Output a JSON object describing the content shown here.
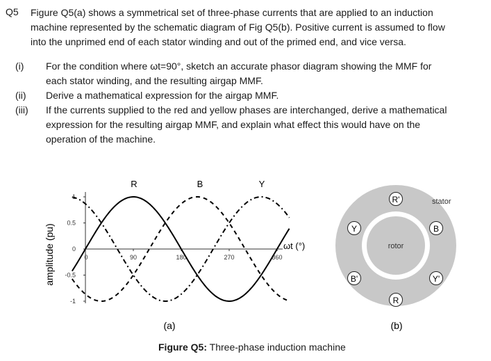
{
  "question": {
    "number": "Q5",
    "intro_lines": [
      "Figure Q5(a) shows a symmetrical set of three-phase currents that are applied to an induction",
      "machine represented by the schematic diagram of Fig Q5(b). Positive current is assumed to flow",
      "into the unprimed end of each stator winding and out of the primed end, and vice versa."
    ],
    "parts": [
      {
        "label": "(i)",
        "lines": [
          "For the condition where ωt=90°, sketch an accurate phasor diagram showing the MMF for",
          "each stator winding, and the resulting airgap MMF."
        ]
      },
      {
        "label": "(ii)",
        "lines": [
          "Derive a mathematical expression for the airgap MMF."
        ]
      },
      {
        "label": "(iii)",
        "lines": [
          "If the currents supplied to the red and yellow phases are interchanged, derive a mathematical",
          "expression for the resulting airgap MMF, and explain what effect this would have on the",
          "operation of the machine."
        ]
      }
    ]
  },
  "figure_a": {
    "label": "(a)",
    "ylabel": "amplitude (pu)",
    "xlabel": "ωt (°)",
    "phase_labels": [
      "R",
      "B",
      "Y"
    ],
    "y_ticks": [
      "1",
      "0.5",
      "0",
      "-0.5",
      "-1"
    ],
    "x_ticks": [
      "0",
      "90",
      "180",
      "270",
      "360"
    ]
  },
  "chart_data": {
    "type": "line",
    "xlabel": "ωt (°)",
    "ylabel": "amplitude (pu)",
    "xlim": [
      0,
      360
    ],
    "ylim": [
      -1,
      1
    ],
    "series": [
      {
        "name": "R",
        "function": "sin(ωt)",
        "style": "solid"
      },
      {
        "name": "B",
        "function": "sin(ωt-120°)",
        "style": "dashed"
      },
      {
        "name": "Y",
        "function": "sin(ωt-240°)",
        "style": "dash-dot"
      }
    ]
  },
  "figure_b": {
    "label": "(b)",
    "stator_label": "stator",
    "rotor_label": "rotor",
    "windings": [
      "R'",
      "B",
      "Y'",
      "R",
      "B'",
      "Y"
    ]
  },
  "caption": {
    "bold": "Figure Q5:",
    "text": " Three-phase induction machine"
  }
}
